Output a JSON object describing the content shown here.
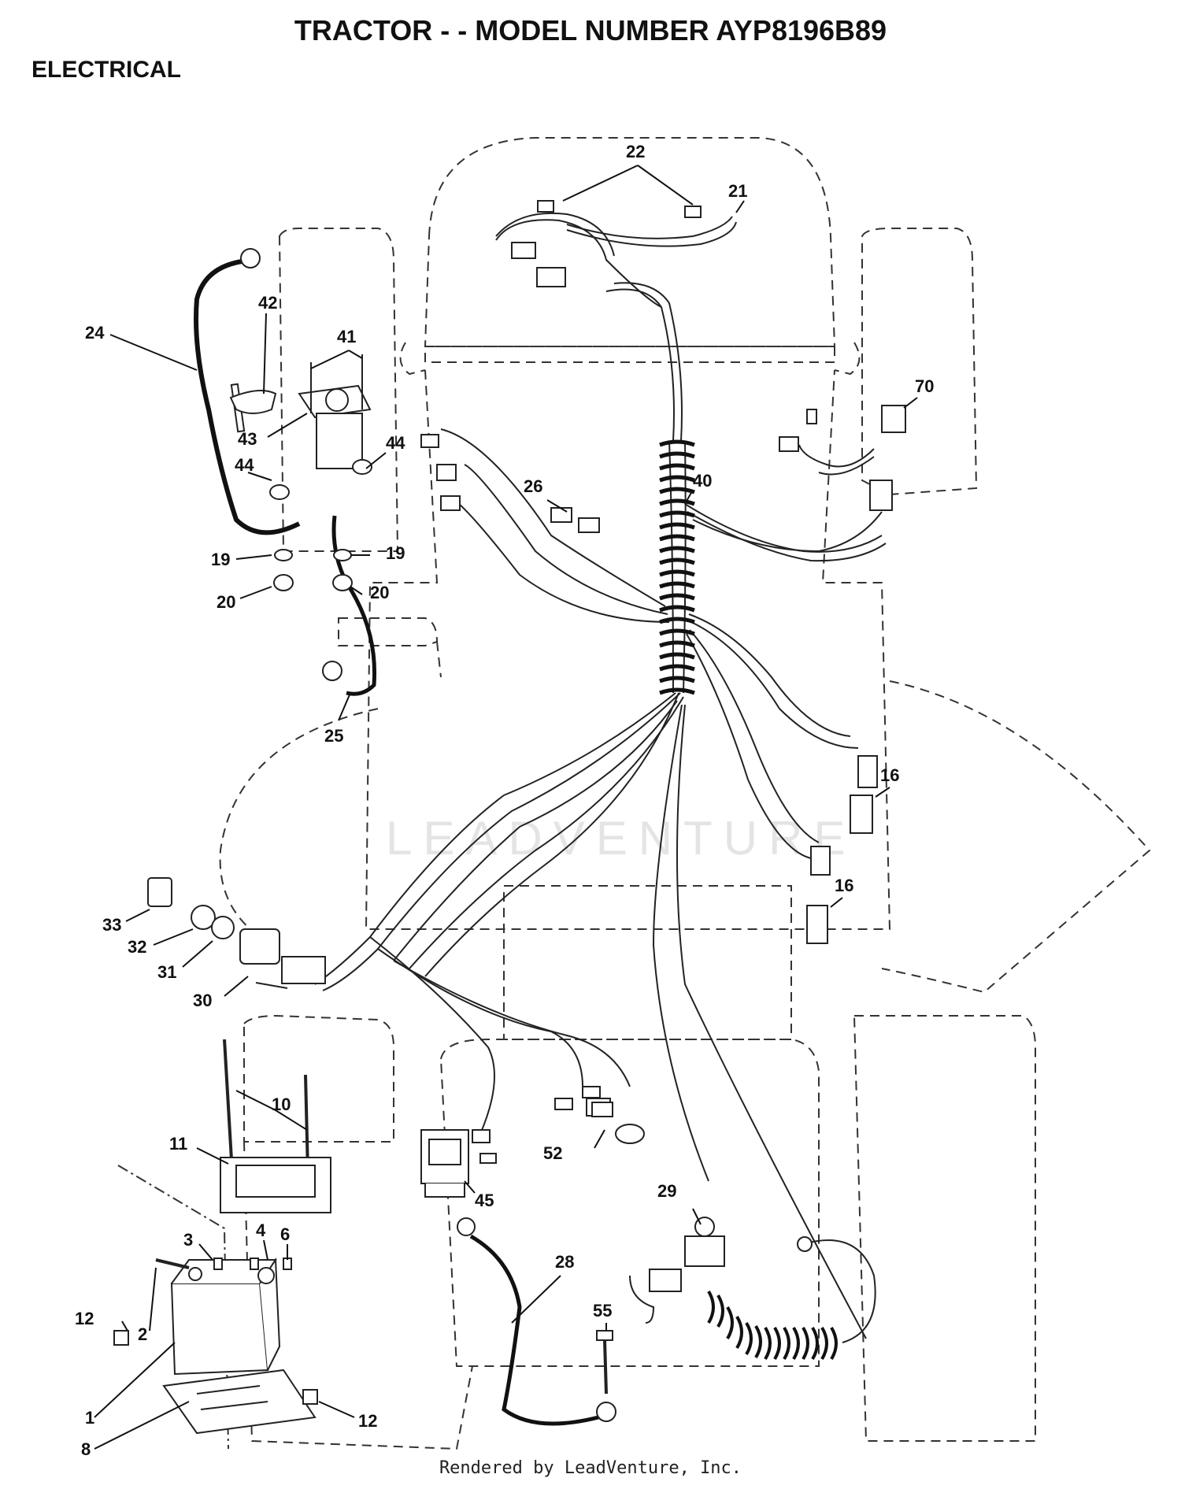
{
  "header": {
    "title": "TRACTOR - - MODEL NUMBER AYP8196B89",
    "section": "ELECTRICAL"
  },
  "footer": {
    "credit": "Rendered by LeadVenture, Inc."
  },
  "watermark": {
    "text": "LEADVENTURE"
  },
  "callouts": [
    {
      "id": "c22",
      "label": "22"
    },
    {
      "id": "c21",
      "label": "21"
    },
    {
      "id": "c42",
      "label": "42"
    },
    {
      "id": "c24",
      "label": "24"
    },
    {
      "id": "c41",
      "label": "41"
    },
    {
      "id": "c70",
      "label": "70"
    },
    {
      "id": "c43",
      "label": "43"
    },
    {
      "id": "c44a",
      "label": "44"
    },
    {
      "id": "c44b",
      "label": "44"
    },
    {
      "id": "c26",
      "label": "26"
    },
    {
      "id": "c40",
      "label": "40"
    },
    {
      "id": "c19a",
      "label": "19"
    },
    {
      "id": "c19b",
      "label": "19"
    },
    {
      "id": "c20a",
      "label": "20"
    },
    {
      "id": "c20b",
      "label": "20"
    },
    {
      "id": "c25",
      "label": "25"
    },
    {
      "id": "c16a",
      "label": "16"
    },
    {
      "id": "c16b",
      "label": "16"
    },
    {
      "id": "c33",
      "label": "33"
    },
    {
      "id": "c32",
      "label": "32"
    },
    {
      "id": "c31",
      "label": "31"
    },
    {
      "id": "c30",
      "label": "30"
    },
    {
      "id": "c10",
      "label": "10"
    },
    {
      "id": "c11",
      "label": "11"
    },
    {
      "id": "c52",
      "label": "52"
    },
    {
      "id": "c45",
      "label": "45"
    },
    {
      "id": "c29",
      "label": "29"
    },
    {
      "id": "c4",
      "label": "4"
    },
    {
      "id": "c6",
      "label": "6"
    },
    {
      "id": "c3",
      "label": "3"
    },
    {
      "id": "c28",
      "label": "28"
    },
    {
      "id": "c12a",
      "label": "12"
    },
    {
      "id": "c2",
      "label": "2"
    },
    {
      "id": "c55",
      "label": "55"
    },
    {
      "id": "c1",
      "label": "1"
    },
    {
      "id": "c8",
      "label": "8"
    },
    {
      "id": "c12b",
      "label": "12"
    }
  ]
}
